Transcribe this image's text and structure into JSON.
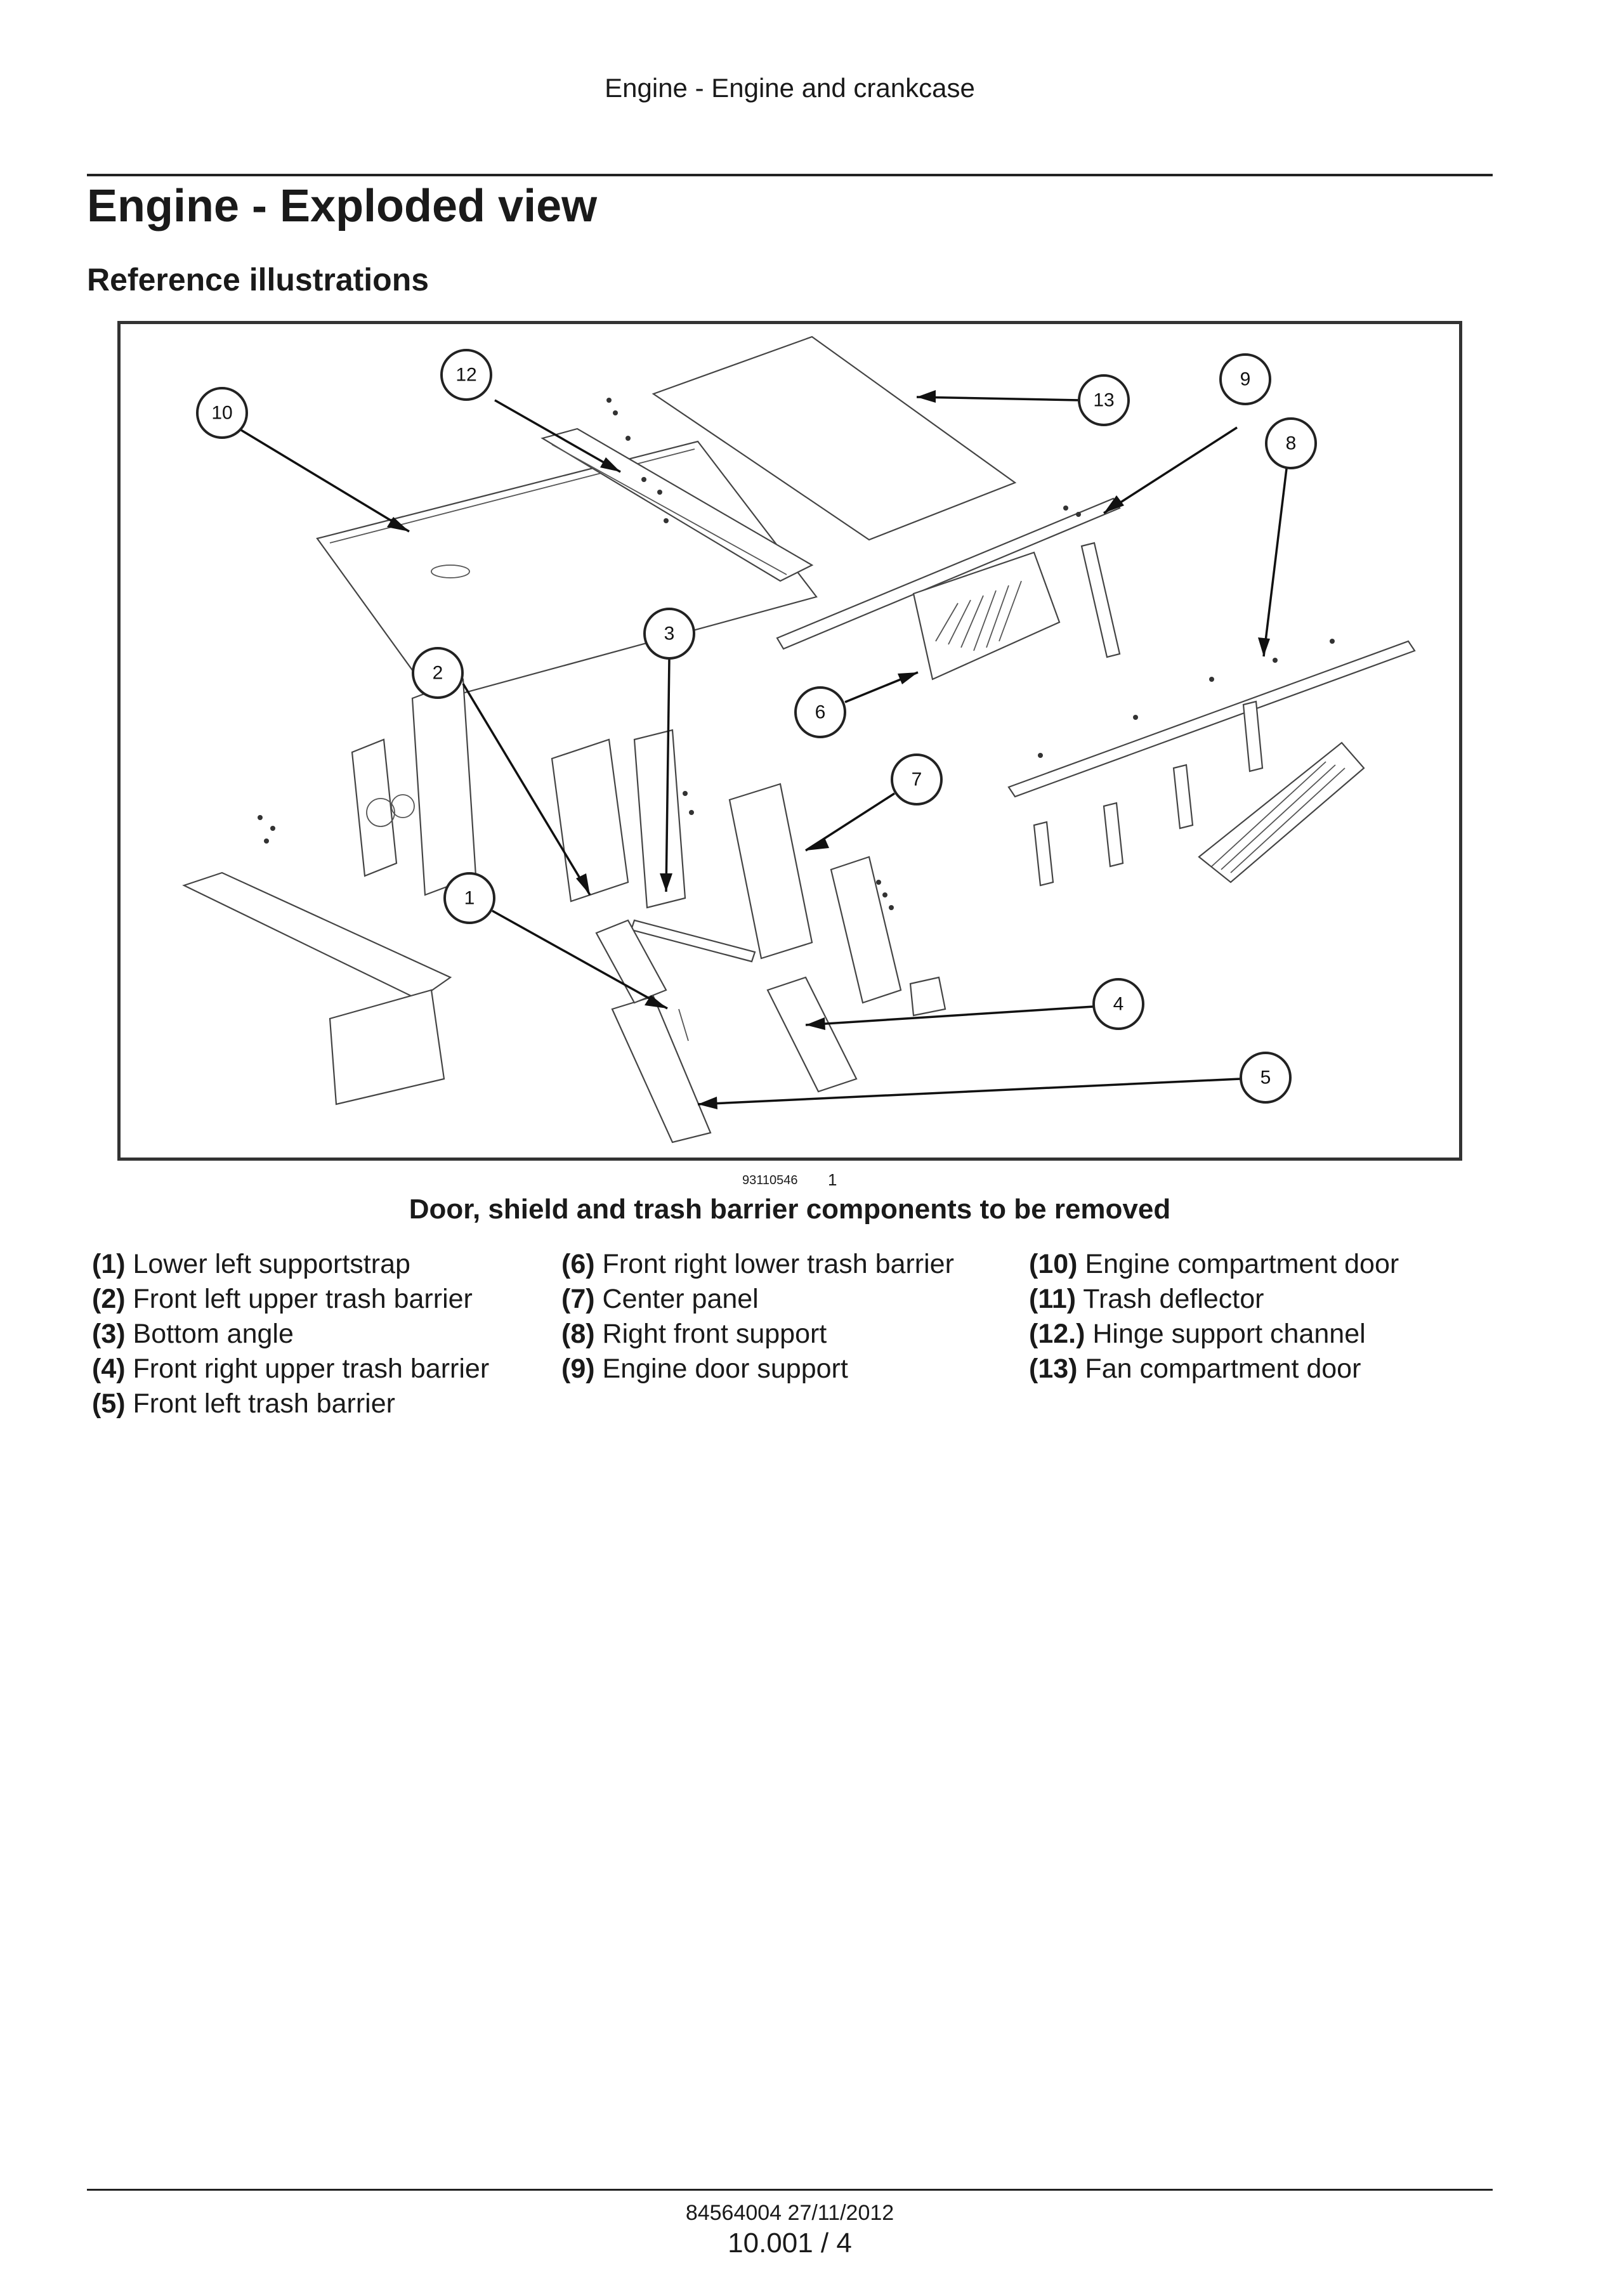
{
  "running_header": "Engine - Engine and crankcase",
  "title": "Engine - Exploded view",
  "subtitle": "Reference illustrations",
  "figure": {
    "id": "93110546",
    "number": "1",
    "caption": "Door, shield and trash barrier components to be removed",
    "callouts": [
      "1",
      "2",
      "3",
      "4",
      "5",
      "6",
      "7",
      "8",
      "9",
      "10",
      "12",
      "13"
    ]
  },
  "legend": {
    "col1": [
      {
        "num": "(1)",
        "text": "Lower left supportstrap"
      },
      {
        "num": "(2)",
        "text": "Front left upper trash barrier"
      },
      {
        "num": "(3)",
        "text": "Bottom angle"
      },
      {
        "num": "(4)",
        "text": "Front right upper trash barrier"
      },
      {
        "num": "(5)",
        "text": "Front left trash barrier"
      }
    ],
    "col2": [
      {
        "num": "(6)",
        "text": "Front right lower trash barrier"
      },
      {
        "num": "(7)",
        "text": "Center panel"
      },
      {
        "num": "(8)",
        "text": "Right front support"
      },
      {
        "num": "(9)",
        "text": "Engine door support"
      }
    ],
    "col3": [
      {
        "num": "(10)",
        "text": "Engine compartment door"
      },
      {
        "num": "(11)",
        "text": "Trash deflector"
      },
      {
        "num": "(12.)",
        "text": " Hinge support channel"
      },
      {
        "num": "(13)",
        "text": "Fan compartment door"
      }
    ]
  },
  "footer": {
    "doc_id": "84564004 27/11/2012",
    "page": "10.001 / 4"
  }
}
